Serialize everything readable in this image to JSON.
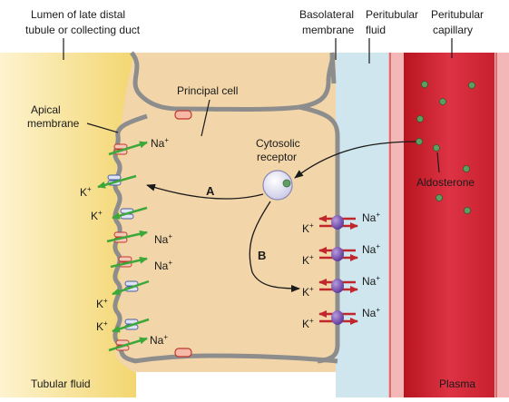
{
  "labels": {
    "lumen_line1": "Lumen of late distal",
    "lumen_line2": "tubule or collecting duct",
    "basolateral_line1": "Basolateral",
    "basolateral_line2": "membrane",
    "peritubular_fluid_line1": "Peritubular",
    "peritubular_fluid_line2": "fluid",
    "peritubular_cap_line1": "Peritubular",
    "peritubular_cap_line2": "capillary",
    "principal_cell": "Principal cell",
    "apical_line1": "Apical",
    "apical_line2": "membrane",
    "cytosolic_line1": "Cytosolic",
    "cytosolic_line2": "receptor",
    "aldosterone": "Aldosterone",
    "tubular_fluid": "Tubular fluid",
    "plasma": "Plasma",
    "pathway_a": "A",
    "pathway_b": "B"
  },
  "ions": {
    "na": "Na",
    "k": "K",
    "plus": "+"
  },
  "colors": {
    "lumen_yellow": "#f6dc86",
    "cell_tan": "#f2d5a8",
    "membrane_gray": "#8d8d8d",
    "peritubular_blue": "#cfe6ee",
    "capillary_red": "#d42a3a",
    "capillary_pink": "#ef9a9a",
    "green_arrow": "#3ca83a",
    "red_arrow": "#c0272d",
    "pump_purple": "#7b52b6",
    "aldosterone_green": "#5e9e62"
  }
}
